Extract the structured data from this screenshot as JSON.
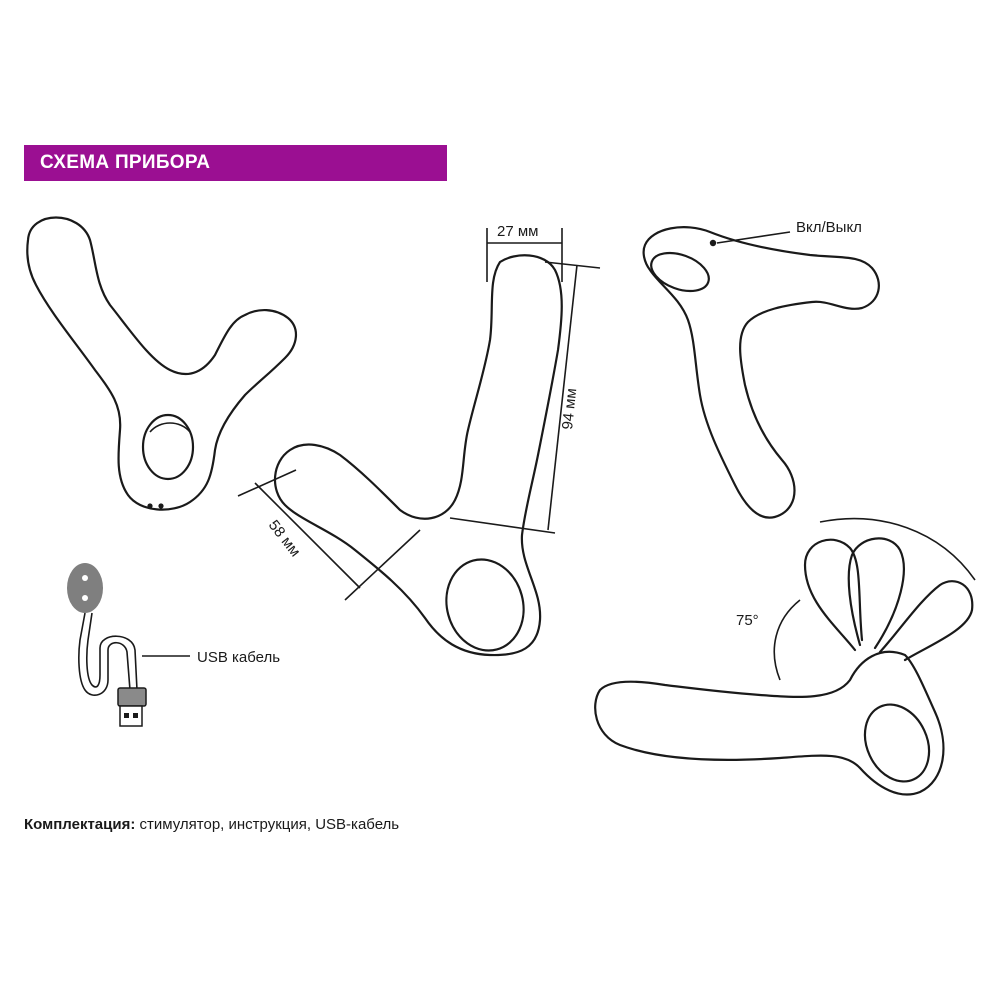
{
  "header": {
    "title": "СХЕМА ПРИБОРА",
    "color": "#9b0f92"
  },
  "dimensions": {
    "width": "27 мм",
    "length": "94 мм",
    "ring": "58 мм"
  },
  "labels": {
    "power": "Вкл/Выкл",
    "angle": "75°",
    "cable": "USB кабель"
  },
  "contents": {
    "label": "Комплектация:",
    "items": "стимулятор,  инструкция, USB-кабель"
  },
  "icons": [
    "device-front-view",
    "device-side-view",
    "device-top-view",
    "device-flex-view",
    "usb-cable-icon",
    "power-button-icon"
  ]
}
